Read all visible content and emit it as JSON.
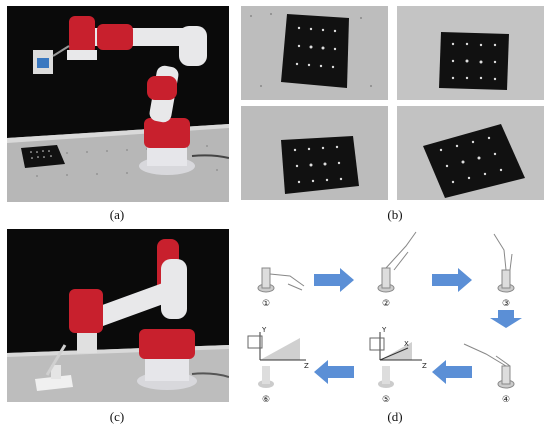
{
  "captions": {
    "a": "(a)",
    "b": "(b)",
    "c": "(c)",
    "d": "(d)"
  },
  "steps": [
    "①",
    "②",
    "③",
    "④",
    "⑤",
    "⑥"
  ],
  "axes": {
    "step5": {
      "y": "Y",
      "x": "X",
      "z": "Z"
    },
    "step6": {
      "y": "Y",
      "z": "Z"
    }
  },
  "colors": {
    "robot_red": "#c8202d",
    "robot_white": "#e8e8ea",
    "arrow_blue": "#5b8fd6",
    "photo_bg": "#0a0a0a",
    "plate": "#b9b9b9",
    "board": "#111111"
  },
  "icons": [
    "right-arrow-icon",
    "down-arrow-icon",
    "left-arrow-icon"
  ]
}
